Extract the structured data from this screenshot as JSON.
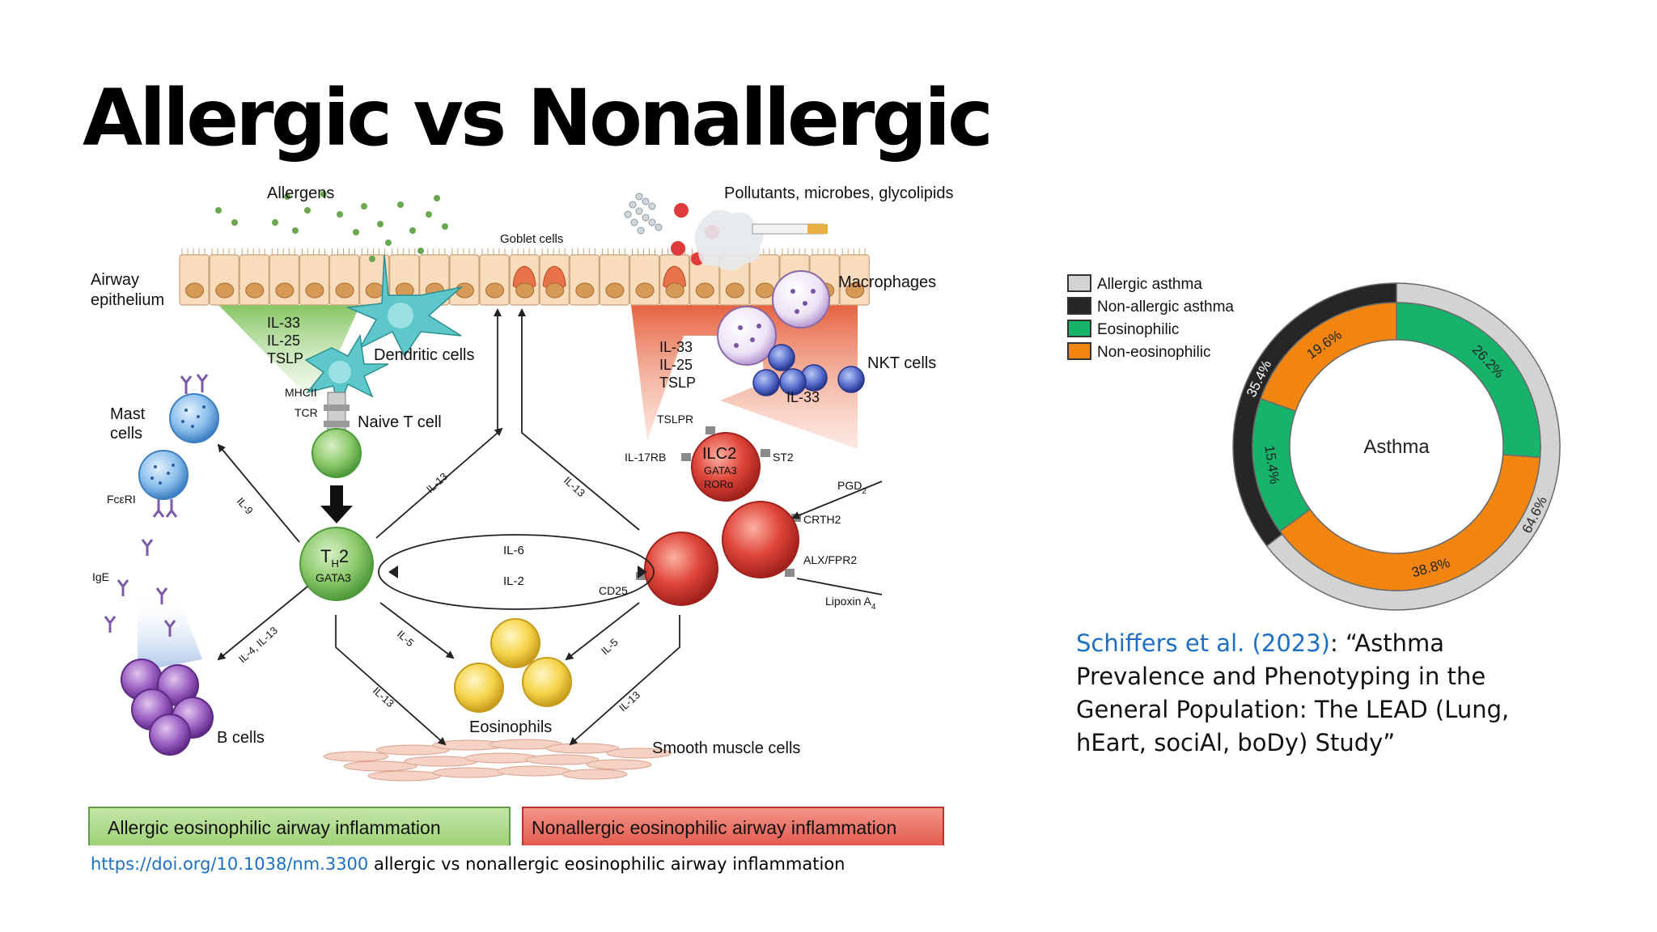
{
  "slide": {
    "title": "Allergic vs Nonallergic"
  },
  "diagram": {
    "labels": {
      "allergens": "Allergens",
      "pollutants": "Pollutants, microbes, glycolipids",
      "goblet": "Goblet cells",
      "airway1": "Airway",
      "airway2": "epithelium",
      "macrophages": "Macrophages",
      "nkt": "NKT cells",
      "il33_right": "IL-33",
      "cyto_left": [
        "IL-33",
        "IL-25",
        "TSLP"
      ],
      "cyto_right": [
        "IL-33",
        "IL-25",
        "TSLP"
      ],
      "dendritic": "Dendritic cells",
      "mhcii": "MHCII",
      "tcr": "TCR",
      "naive": "Naive T cell",
      "mast1": "Mast",
      "mast2": "cells",
      "fceri": "FcεRI",
      "ige": "IgE",
      "bcells": "B cells",
      "th2_main": "T",
      "th2_sub": "H",
      "th2_end": "2",
      "gata3_th2": "GATA3",
      "il9": "IL-9",
      "il13_a": "IL-13",
      "il13_b": "IL-13",
      "il13_c": "IL-13",
      "il13_d": "IL-13",
      "il6": "IL-6",
      "il2": "IL-2",
      "il5_a": "IL-5",
      "il5_b": "IL-5",
      "il4_il13": "IL-4, IL-13",
      "tslpr": "TSLPR",
      "il17rb": "IL-17RB",
      "st2": "ST2",
      "ilc2": "ILC2",
      "gata3_ilc2": "GATA3",
      "rora": "RORα",
      "pgd2": "PGD",
      "pgd2_sub": "2",
      "crth2": "CRTH2",
      "alx": "ALX/FPR2",
      "lipoxin": "Lipoxin A",
      "lipoxin_sub": "4",
      "cd25": "CD25",
      "eosinophils": "Eosinophils",
      "smooth": "Smooth muscle cells"
    },
    "legend": {
      "allergic": "Allergic eosinophilic airway inflammation",
      "nonallergic": "Nonallergic eosinophilic airway inflammation"
    },
    "colors": {
      "allergic_green": "#8cc96b",
      "nonallergic_red": "#e0463a"
    }
  },
  "doi": {
    "link": "https://doi.org/10.1038/nm.3300",
    "text": " allergic vs nonallergic eosinophilic airway inflammation"
  },
  "donut": {
    "center_label": "Asthma",
    "legend": [
      {
        "label": "Allergic asthma",
        "color": "#d3d3d3"
      },
      {
        "label": "Non-allergic asthma",
        "color": "#262626"
      },
      {
        "label": "Eosinophilic",
        "color": "#16b36b"
      },
      {
        "label": "Non-eosinophilic",
        "color": "#f28410"
      }
    ],
    "outer": [
      {
        "label": "64.6%",
        "value": 64.6,
        "color": "#d3d3d3"
      },
      {
        "label": "35.4%",
        "value": 35.4,
        "color": "#262626"
      }
    ],
    "inner": [
      {
        "label": "26.2%",
        "value": 26.2,
        "color": "#16b36b"
      },
      {
        "label": "38.8%",
        "value": 38.8,
        "color": "#f28410"
      },
      {
        "label": "15.4%",
        "value": 15.4,
        "color": "#16b36b"
      },
      {
        "label": "19.6%",
        "value": 19.6,
        "color": "#f28410"
      }
    ]
  },
  "citation": {
    "link": "Schiffers et al. (2023)",
    "text": ": “Asthma Prevalence and Phenotyping in the General Population: The LEAD (Lung, hEart, sociAl, boDy) Study”"
  }
}
